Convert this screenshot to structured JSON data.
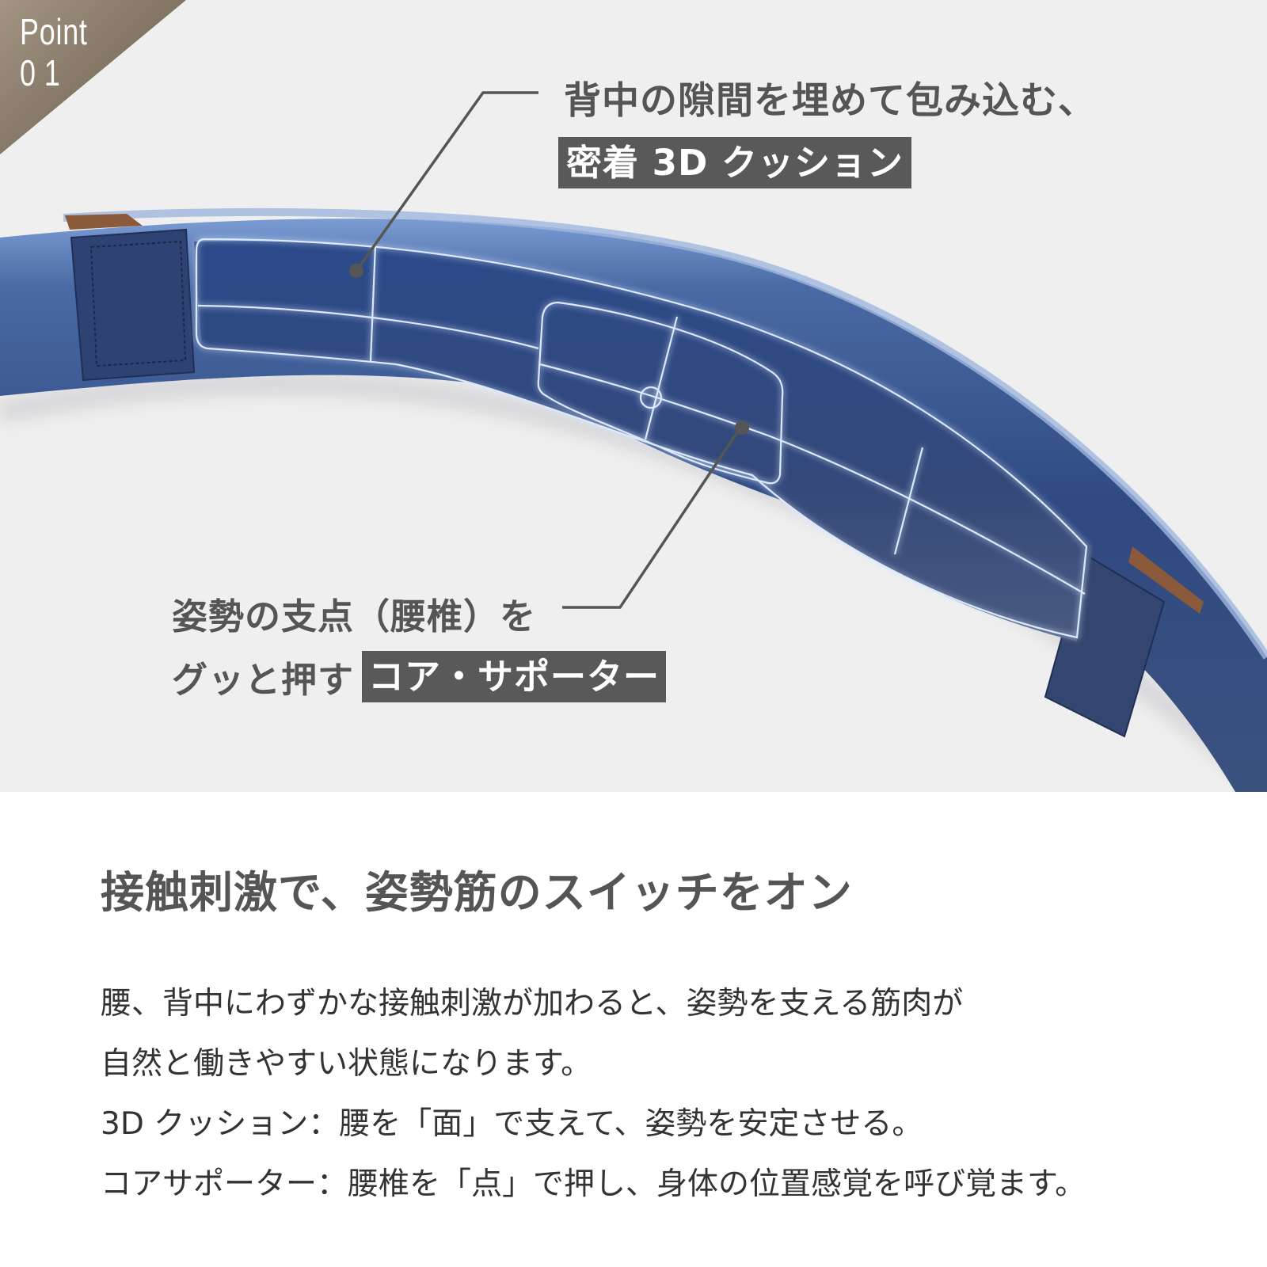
{
  "badge": {
    "label": "Point",
    "number": "01",
    "color_from": "#a39583",
    "color_to": "#6f6352"
  },
  "callouts": {
    "top": {
      "line1": "背中の隙間を埋めて包み込む、",
      "tag": "密着 3D クッション"
    },
    "bottom": {
      "line1": "姿勢の支点（腰椎）を",
      "line2_prefix": "グッと押す",
      "tag": "コア・サポーター"
    },
    "tag_bg_color": "#595959"
  },
  "product": {
    "name": "posture-support-belt",
    "belt_color": "#3f5a8f",
    "glow_color": "#6aa6ff"
  },
  "content": {
    "headline": "接触刺激で、姿勢筋のスイッチをオン",
    "paragraphs": [
      "腰、背中にわずかな接触刺激が加わると、姿勢を支える筋肉が",
      "自然と働きやすい状態になります。",
      "3D クッション：腰を「面」で支えて、姿勢を安定させる。",
      "コアサポーター：腰椎を「点」で押し、身体の位置感覚を呼び覚ます。"
    ]
  }
}
